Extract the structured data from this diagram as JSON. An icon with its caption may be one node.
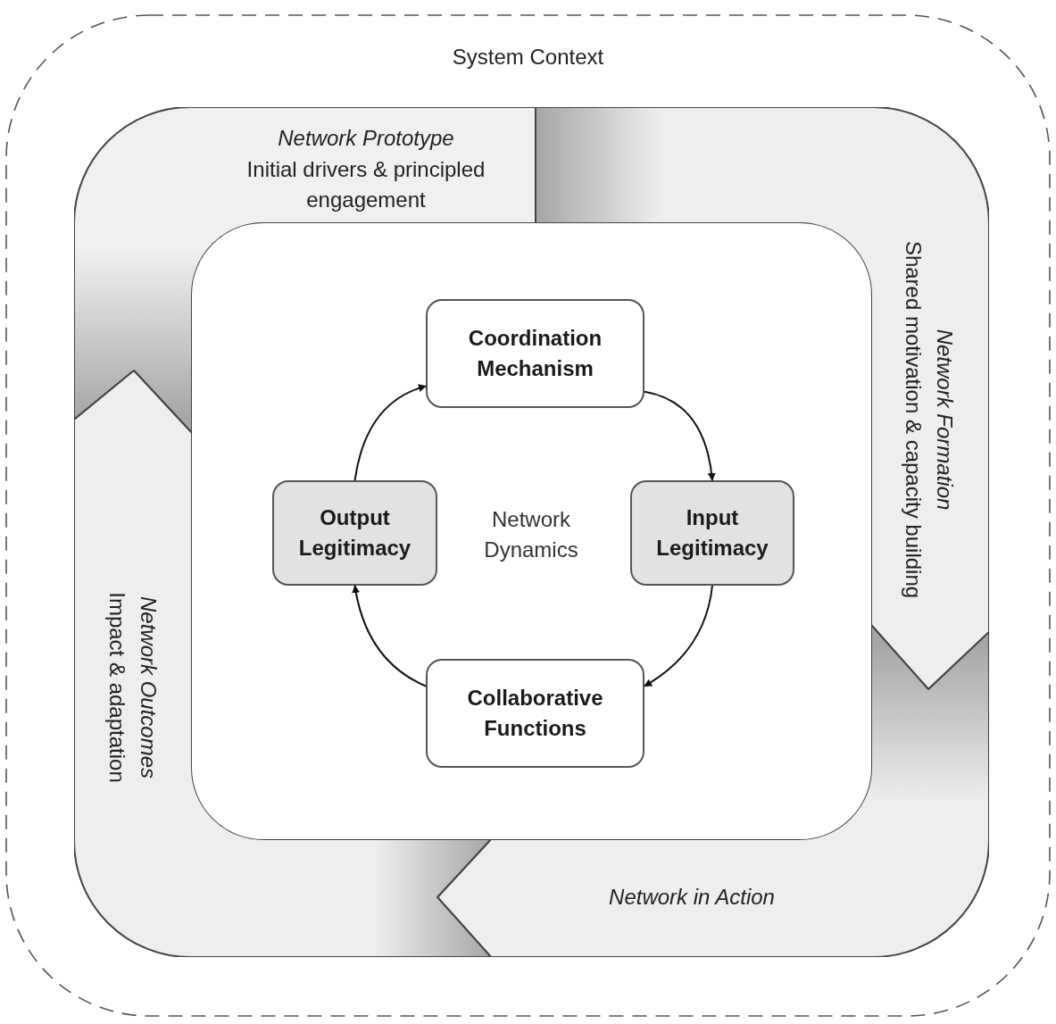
{
  "diagram": {
    "nodes": [
      {
        "text": [
          "System Context"
        ]
      },
      {
        "text": [
          "Network Prototype",
          "Initial drivers & principled engagement"
        ],
        "in": 0
      },
      {
        "text": [
          "Network Formation",
          "Shared motivation & capacity building"
        ],
        "in": 0
      },
      {
        "text": [
          "Network in Action"
        ],
        "in": 0
      },
      {
        "text": [
          "Network Outcomes",
          "Impact & adaptation"
        ],
        "in": 0
      },
      {
        "text": [
          "Network Dynamics"
        ],
        "in": 0
      },
      {
        "text": [
          "Coordination Mechanism"
        ],
        "in": 5
      },
      {
        "text": [
          "Input Legitimacy"
        ],
        "in": 5
      },
      {
        "text": [
          "Collaborative Functions"
        ],
        "in": 5
      },
      {
        "text": [
          "Output Legitimacy"
        ],
        "in": 5
      }
    ],
    "edges": [
      {
        "from": 6,
        "to": 7,
        "arrow": "to"
      },
      {
        "from": 7,
        "to": 8,
        "arrow": "to"
      },
      {
        "from": 8,
        "to": 9,
        "arrow": "to"
      },
      {
        "from": 9,
        "to": 6,
        "arrow": "to"
      }
    ]
  }
}
